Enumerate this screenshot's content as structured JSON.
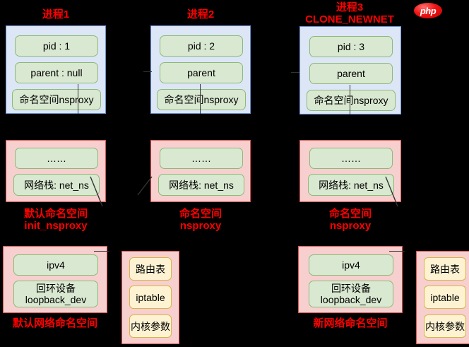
{
  "logo": {
    "text": "php",
    "color": "#f01414"
  },
  "colors": {
    "heading": "#ff0000",
    "process_box_fill": "#dce6f7",
    "process_box_border": "#6b8fd4",
    "namespace_box_fill": "#f8cfcf",
    "namespace_box_border": "#d9534f",
    "field_fill": "#d9e8d0",
    "field_border": "#8cba78",
    "attr_fill": "#fdf3d3",
    "attr_border": "#d8b34a",
    "background": "#000000"
  },
  "columns": [
    {
      "heading": {
        "line1": "进程1",
        "line2": ""
      },
      "process_fields": [
        {
          "text": "pid : 1"
        },
        {
          "text": "parent : null"
        },
        {
          "text": "命名空间nsproxy"
        }
      ],
      "nsproxy_fields": [
        {
          "text": "……"
        },
        {
          "text": "网络栈: net_ns"
        }
      ],
      "nsproxy_label": {
        "line1": "默认命名空间",
        "line2": "init_nsproxy"
      },
      "netns_fields": [
        {
          "line1": "ipv4",
          "line2": ""
        },
        {
          "line1": "回环设备",
          "line2": "loopback_dev"
        }
      ],
      "netns_label": "默认网络命名空间",
      "attrs": [
        {
          "text": "路由表"
        },
        {
          "text": "iptable"
        },
        {
          "text": "内核参数"
        }
      ]
    },
    {
      "heading": {
        "line1": "进程2",
        "line2": ""
      },
      "process_fields": [
        {
          "text": "pid : 2"
        },
        {
          "text": "parent"
        },
        {
          "text": "命名空间nsproxy"
        }
      ],
      "nsproxy_fields": [
        {
          "text": "……"
        },
        {
          "text": "网络栈: net_ns"
        }
      ],
      "nsproxy_label": {
        "line1": "命名空间",
        "line2": "nsproxy"
      }
    },
    {
      "heading": {
        "line1": "进程3",
        "line2": "CLONE_NEWNET"
      },
      "process_fields": [
        {
          "text": "pid : 3"
        },
        {
          "text": "parent"
        },
        {
          "text": "命名空间nsproxy"
        }
      ],
      "nsproxy_fields": [
        {
          "text": "……"
        },
        {
          "text": "网络栈: net_ns"
        }
      ],
      "nsproxy_label": {
        "line1": "命名空间",
        "line2": "nsproxy"
      },
      "netns_fields": [
        {
          "line1": "ipv4",
          "line2": ""
        },
        {
          "line1": "回环设备",
          "line2": "loopback_dev"
        }
      ],
      "netns_label": "新网络命名空间",
      "attrs": [
        {
          "text": "路由表"
        },
        {
          "text": "iptable"
        },
        {
          "text": "内核参数"
        }
      ]
    }
  ]
}
